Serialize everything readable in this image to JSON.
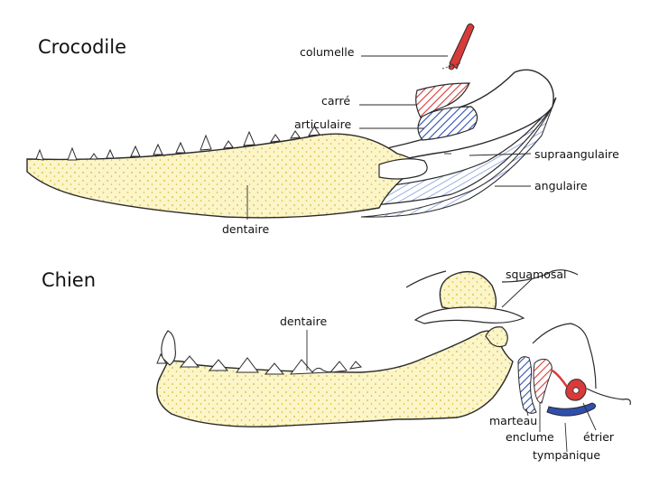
{
  "colors": {
    "bone_fill": "#fbf5c8",
    "bone_dot": "#d8b636",
    "outline": "#2a2a2a",
    "red": "#d93a3a",
    "blue": "#2f4fb0",
    "blue_light": "#6e8fd6"
  },
  "crocodile": {
    "title": "Crocodile",
    "labels": {
      "columelle": "columelle",
      "carre": "carré",
      "articulaire": "articulaire",
      "supraangulaire": "supraangulaire",
      "angulaire": "angulaire",
      "dentaire": "dentaire"
    }
  },
  "chien": {
    "title": "Chien",
    "labels": {
      "squamosal": "squamosal",
      "dentaire": "dentaire",
      "marteau": "marteau",
      "enclume": "enclume",
      "etrier": "étrier",
      "tympanique": "tympanique"
    }
  }
}
